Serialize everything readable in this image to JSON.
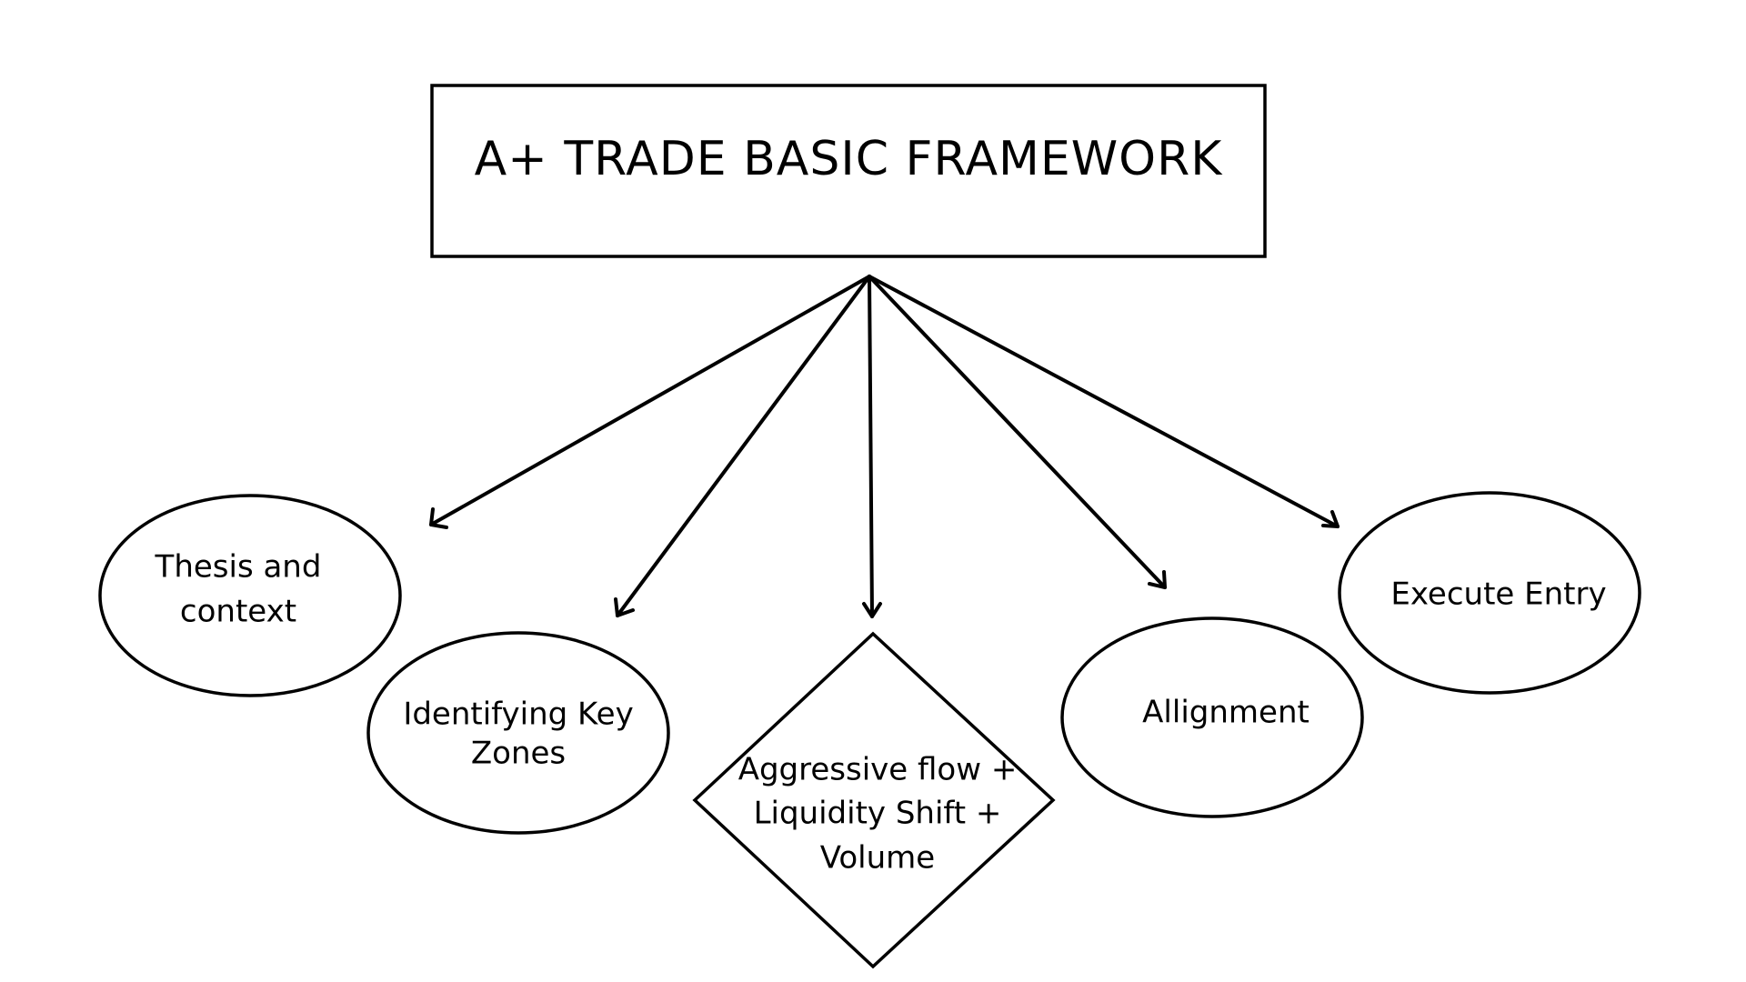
{
  "diagram": {
    "title": "A+ TRADE BASIC FRAMEWORK",
    "colors": {
      "stroke": "#000000",
      "background": "#ffffff"
    },
    "nodes": [
      {
        "id": "root",
        "shape": "rectangle",
        "lines": [
          "A+ TRADE BASIC FRAMEWORK"
        ]
      },
      {
        "id": "thesis",
        "shape": "ellipse",
        "lines": [
          "Thesis and",
          "context"
        ]
      },
      {
        "id": "zones",
        "shape": "ellipse",
        "lines": [
          "Identifying Key",
          "Zones"
        ]
      },
      {
        "id": "flow",
        "shape": "diamond",
        "lines": [
          "Aggressive flow +",
          "Liquidity Shift +",
          "Volume"
        ]
      },
      {
        "id": "alignment",
        "shape": "ellipse",
        "lines": [
          "Allignment"
        ]
      },
      {
        "id": "execute",
        "shape": "ellipse",
        "lines": [
          "Execute Entry"
        ]
      }
    ],
    "edges": [
      {
        "from": "root",
        "to": "thesis"
      },
      {
        "from": "root",
        "to": "zones"
      },
      {
        "from": "root",
        "to": "flow"
      },
      {
        "from": "root",
        "to": "alignment"
      },
      {
        "from": "root",
        "to": "execute"
      }
    ]
  }
}
